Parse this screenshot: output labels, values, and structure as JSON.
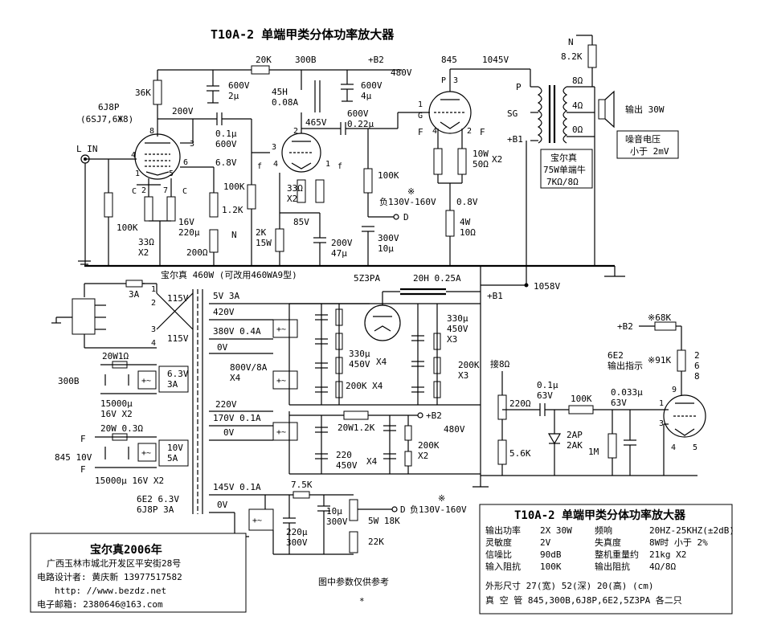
{
  "title": "T10A-2  单端甲类分体功率放大器",
  "tubes": {
    "v1": "6J8P",
    "v1_alt": "(6SJ7,6Ж8)",
    "v2_type": "300B",
    "rect": "5Z3PA",
    "v3_type": "845",
    "ind": "6E2"
  },
  "input": "L IN",
  "labels": {
    "r20k": "20K",
    "b2": "+B2",
    "v480": "480V",
    "v1045": "1045V",
    "v845": "845",
    "r36k": "36K",
    "c600_2u": "600V\n2μ",
    "c600_4u": "600V\n4μ",
    "l45h": "45H\n0.08A",
    "v200": "200V",
    "c01": "0.1μ\n600V",
    "v465": "465V",
    "c022": "600V\n0.22μ",
    "v68": "6.8V",
    "r100k_a": "100K",
    "r12k": "1.2K",
    "c16v": "16V\n220μ",
    "n1": "N",
    "r200": "200Ω",
    "r33a": "33Ω\nX2",
    "r100k_b": "100K",
    "r2k": "2K\n15W",
    "r33b": "33Ω\nX2",
    "v85": "85V",
    "c200v47": "200V\n47μ",
    "r100k_c": "100K",
    "neg130": "负130V-160V",
    "d": "D",
    "c300v10": "300V\n10μ",
    "r10w": "10W\n50Ω",
    "x2": "X2",
    "v08": "0.8V",
    "r4w": "4W\n10Ω",
    "r82k": "8.2K",
    "n2": "N",
    "t8": "8Ω",
    "t4": "4Ω",
    "t0": "0Ω",
    "out30": "输出 30W",
    "noise1": "噪音电压",
    "noise2": "小于 2mV",
    "otp1": "宝尔真",
    "otp2": "75W单端牛",
    "otp3": "7KΩ/8Ω",
    "p": "P",
    "sg": "SG",
    "b1": "+B1",
    "g": "G",
    "f": "F",
    "pt_title": "宝尔真 460W (可改用460WA9型)",
    "fuse": "3A",
    "v115a": "115V",
    "v115b": "115V",
    "v5": "5V  3A",
    "v420": "420V",
    "v380": "380V  0.4A",
    "v0": "0V",
    "c330a": "330μ\n450V",
    "x4a": "X4",
    "r200k_a": "200K  X4",
    "c800": "800V/8A\nX4",
    "c330b": "330μ\n450V\nX3",
    "r200k_b": "200K\nX3",
    "l20h": "20H  0.25A",
    "v1058": "1058V",
    "v300b": "300B",
    "r20w1": "20W1Ω",
    "c15000a": "15000μ\n16V X2",
    "v63a": "6.3V\n3A",
    "f845": "F",
    "v845_10": "845  10V",
    "r20w03": "20W 0.3Ω",
    "c15000b": "15000μ 16V X2",
    "v10v5a": "10V\n5A",
    "f845b": "F",
    "v220": "220V",
    "v170": "170V  0.1A",
    "r20w12k": "20W1.2K",
    "r200k_c": "200K\nX2",
    "c220": "220\n450V",
    "x4b": "X4",
    "b2b": "+B2",
    "v480b": "480V",
    "v145": "145V  0.1A",
    "v0b": "0V",
    "r75k": "7.5K",
    "c220_300": "220μ\n300V",
    "c10_300": "10μ\n300V",
    "r5w18k": "5W 18K",
    "r22k": "22K",
    "d2": "D",
    "neg130b": "负130V-160V",
    "e2": "6E2  6.3V\n6J8P  3A",
    "ind_title": "6E2\n输出指示",
    "r68k": "※68K",
    "r91k": "※91K",
    "b2c": "+B2",
    "tap8": "接8Ω",
    "r220": "220Ω",
    "r56k": "5.6K",
    "c01b": "0.1μ\n63V",
    "r100kd": "100K",
    "d2ap": "2AP\n2AK",
    "r1m": "1M",
    "c0033": "0.033μ\n63V",
    "pins": "2\n6\n8",
    "star": "※",
    "note": "图中参数仅供参考",
    "star2": "*"
  },
  "spec": {
    "title": "T10A-2  单端甲类分体功率放大器",
    "rows": [
      [
        "输出功率",
        "2X 30W",
        "频响",
        "20HZ-25KHZ(±2dB)"
      ],
      [
        "灵敏度",
        "2V",
        "失真度",
        "8W时 小于 2%"
      ],
      [
        "信噪比",
        "90dB",
        "整机重量约",
        "21kg  X2"
      ],
      [
        "输入阻抗",
        "100K",
        "输出阻抗",
        "4Ω/8Ω"
      ]
    ],
    "size": "外形尺寸  27(宽) 52(深) 20(高) (cm)",
    "tubes": "真 空 管  845,300B,6J8P,6E2,5Z3PA 各二只"
  },
  "credits": {
    "brand": "宝尔真2006年",
    "addr": "广西玉林市城北开发区平安街28号",
    "designer": "电路设计者: 黄庆新   13977517582",
    "web": "http: //www.bezdz.net",
    "email": "电子邮箱: 2380646@163.com"
  }
}
